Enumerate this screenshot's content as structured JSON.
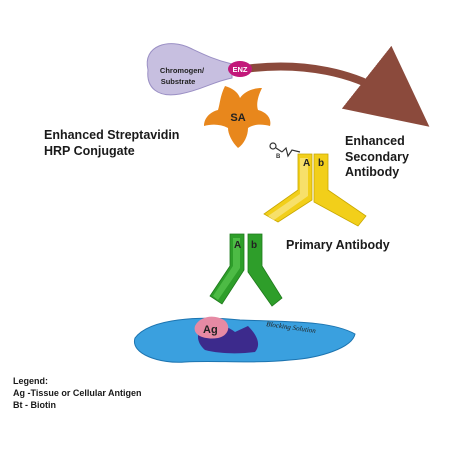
{
  "substrate": {
    "line1": "Chromogen/",
    "line2": "Substrate"
  },
  "enzyme": {
    "label": "ENZ"
  },
  "streptavidin": {
    "label": "SA"
  },
  "biotin": {
    "label": "B"
  },
  "secondary_antibody": {
    "ab_a": "A",
    "ab_b": "b"
  },
  "primary_antibody": {
    "ab_a": "A",
    "ab_b": "b"
  },
  "antigen": {
    "label": "Ag"
  },
  "blocking": {
    "label": "Blocking Solution"
  },
  "labels": {
    "strep_line1": "Enhanced Streptavidin",
    "strep_line2": "HRP Conjugate",
    "secondary_line1": "Enhanced",
    "secondary_line2": "Secondary",
    "secondary_line3": "Antibody",
    "primary": "Primary Antibody"
  },
  "legend": {
    "title": "Legend:",
    "item1": "Ag -Tissue or Cellular Antigen",
    "item2": "Bt - Biotin"
  },
  "colors": {
    "substrate_blob": "#c7bfe0",
    "enzyme": "#c2187a",
    "streptavidin": "#e8871c",
    "arrow": "#8b4a3c",
    "secondary_antibody": "#f2cf1a",
    "primary_antibody": "#2e9e2a",
    "tissue": "#3aa0df",
    "antigen": "#e68aa4",
    "tissue_dark": "#3c2a8c"
  }
}
